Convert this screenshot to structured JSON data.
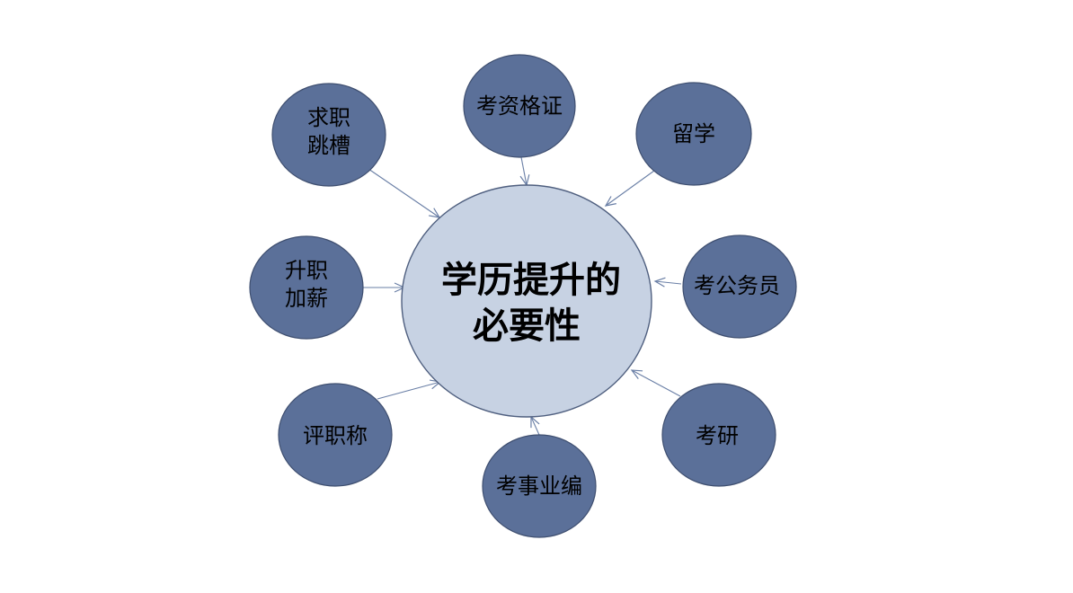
{
  "diagram": {
    "center": {
      "lines": [
        "学历提升的",
        "必要性"
      ]
    },
    "nodes": [
      {
        "id": "qiuzhi-tiaocao",
        "lines": [
          "求职",
          "跳槽"
        ]
      },
      {
        "id": "kao-zige-zheng",
        "lines": [
          "考资格证"
        ]
      },
      {
        "id": "liuxue",
        "lines": [
          "留学"
        ]
      },
      {
        "id": "shengzhi-jiaxin",
        "lines": [
          "升职",
          "加薪"
        ]
      },
      {
        "id": "kao-gongwuyuan",
        "lines": [
          "考公务员"
        ]
      },
      {
        "id": "ping-zhicheng",
        "lines": [
          "评职称"
        ]
      },
      {
        "id": "kao-shiyebian",
        "lines": [
          "考事业编"
        ]
      },
      {
        "id": "kaoyan",
        "lines": [
          "考研"
        ]
      }
    ]
  },
  "colors": {
    "node_fill": "#5b7099",
    "center_fill": "#c7d2e3",
    "arrow": "#6a7fa6"
  }
}
